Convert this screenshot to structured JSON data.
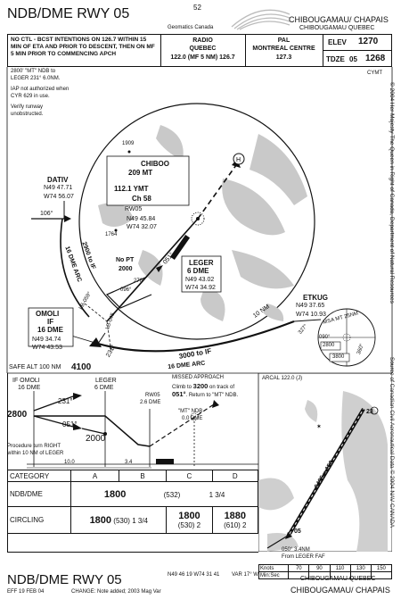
{
  "header": {
    "page_number": "52",
    "title": "NDB/DME RWY 05",
    "publisher": "Geomatics Canada",
    "location_top": "CHIBOUGAMAU/ CHAPAIS",
    "location_sub": "CHIBOUGAMAU  QUEBEC"
  },
  "comm": {
    "notice": "NO CTL - BCST INTENTIONS ON 126.7 WITHIN 15 MIN OF ETA AND PRIOR TO DESCENT, THEN ON MF 5 MIN PRIOR TO COMMENCING APCH",
    "radio_label": "RADIO",
    "radio_name": "QUEBEC",
    "radio_freq": "122.0 (MF 5 NM) 126.7",
    "pal_label": "PAL",
    "pal_name": "MONTREAL CENTRE",
    "pal_freq": "127.3",
    "elev_label": "ELEV",
    "elev_value": "1270",
    "tdze_label": "TDZE",
    "tdze_rwy": "05",
    "tdze_value": "1268",
    "airport_code": "CYMT"
  },
  "notes": {
    "n1a": "2800' \"MT\" NDB to",
    "n1b": "LEGER 231° 6.0NM.",
    "n2a": "IAP not authorized when",
    "n2b": "CYR 629 in use.",
    "n3a": "Verify runway",
    "n3b": "unobstructed."
  },
  "plan": {
    "chiboo": "CHIBOO",
    "chiboo_mt": "209 MT",
    "ymt": "112.1 YMT",
    "ymt_ch": "Ch 58",
    "rw05": "RW05",
    "rw05_n": "N49 45.84",
    "rw05_w": "W74 32.07",
    "elev_1909": "1909",
    "elev_1764": "1764",
    "dativ": "DATIV",
    "dativ_n": "N49 47.71",
    "dativ_w": "W74 56.07",
    "hdg_106": "106°",
    "arc_2900": "2900 to IF",
    "arc_16dme": "16 DME ARC",
    "nopt": "No PT",
    "nopt_alt": "2000",
    "trk_051": "051°",
    "trk_276": "276°",
    "trk_096": "096°",
    "leger": "LEGER",
    "leger_dme": "6 DME",
    "leger_n": "N49 43.02",
    "leger_w": "W74 34.92",
    "omoli": "OMOLI",
    "omoli_if": "IF",
    "omoli_dme": "16 DME",
    "omoli_n": "N49 34.74",
    "omoli_w": "W74 43.53",
    "lb059": "LB-059°",
    "lb045": "LB-045",
    "trk_231": "231°",
    "arc_3000": "3000 to IF",
    "arc_16dme_b": "16 DME ARC",
    "nm10": "10 NM",
    "deg327": "327°",
    "etkug": "ETKUG",
    "etkug_n": "N49 37.65",
    "etkug_w": "W74 10.93",
    "msa_label": "MSA  MT  25NM",
    "msa_090": "090°",
    "msa_360": "360°",
    "msa_2800": "2800",
    "msa_3800": "3800",
    "safe_alt_label": "SAFE ALT 100 NM",
    "safe_alt_value": "4100",
    "copyright_side": "© 2004 Her Majesty The Queen in Right of Canada, Department of Natural Resources",
    "source_side": "Source of Canadian Civil Aeronautical Data  © 2004 NAV CANADA"
  },
  "profile": {
    "if_label": "IF OMOLI",
    "if_dme": "16 DME",
    "leger_label": "LEGER",
    "leger_dme": "6 DME",
    "rw05_label": "RW05",
    "rw05_dme": "2.6 DME",
    "mt_ndb": "\"MT\" NDB",
    "mt_dme": "0.0 DME",
    "alt_2800": "2800",
    "alt_2000": "2000",
    "crs_231": "231°",
    "crs_051": "051°",
    "missed_title": "MISSED APPROACH",
    "missed_l1_pre": "Climb to ",
    "missed_alt": "3200",
    "missed_l1_post": " on track of",
    "missed_crs": "051°",
    "missed_l2_post": ". Return to \"MT\" NDB.",
    "proc_turn_a": "Procedure turn RIGHT",
    "proc_turn_b": "within 10 NM of LEGER",
    "dist_10": "10.0",
    "dist_34": "3.4"
  },
  "minimums": {
    "header": [
      "CATEGORY",
      "A",
      "B",
      "C",
      "D"
    ],
    "ndb_label": "NDB/DME",
    "ndb_value": "1800",
    "ndb_haa": "(532)",
    "ndb_vis": "1  3/4",
    "circ_label": "CIRCLING",
    "circ_ab": "1800",
    "circ_ab_haa": "(530)",
    "circ_ab_vis": "1  3/4",
    "circ_c": "1800",
    "circ_c_haa": "(530)  2",
    "circ_d": "1880",
    "circ_d_haa": "(610)  2"
  },
  "aerodrome": {
    "arcal": "ARCAL 122.0 (J)",
    "rwy_label": "6495 x 150",
    "rwy_end_hi": "23",
    "rwy_end_lo": "05",
    "fafdist_a": "050°  3.4NM",
    "fafdist_b": "From LEGER FAF",
    "knots_label": "Knots",
    "minsec_label": "Min:Sec",
    "speeds": [
      "70",
      "90",
      "110",
      "130",
      "150"
    ]
  },
  "footer": {
    "title": "NDB/DME RWY 05",
    "eff": "EFF 19 FEB 04",
    "change": "CHANGE: Note added; 2003 Mag Var",
    "coords": "N49 46 19  W74 31 41",
    "var": "VAR 17° W",
    "location_sub": "CHIBOUGAMAU  QUEBEC",
    "location": "CHIBOUGAMAU/ CHAPAIS"
  }
}
